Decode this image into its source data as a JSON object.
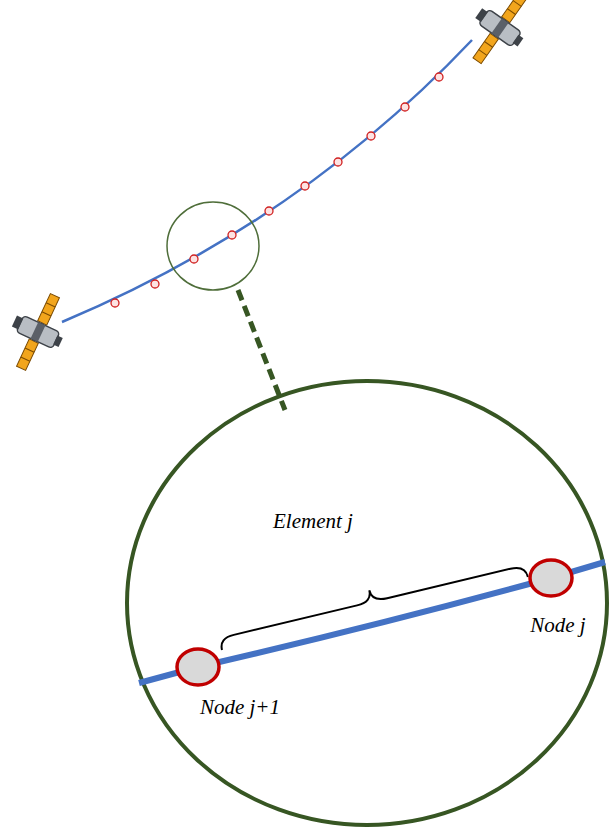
{
  "diagram": {
    "labels": [
      "Element j",
      "Node j",
      "Node j+1"
    ]
  }
}
